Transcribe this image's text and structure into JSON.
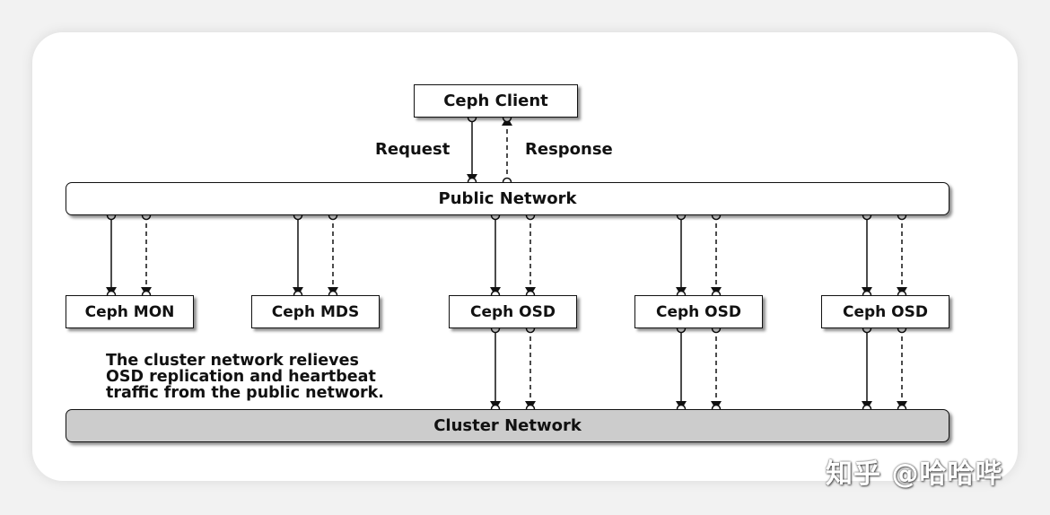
{
  "diagram": {
    "client": "Ceph Client",
    "request": "Request",
    "response": "Response",
    "public_network": "Public Network",
    "cluster_network": "Cluster Network",
    "nodes": [
      "Ceph MON",
      "Ceph MDS",
      "Ceph OSD",
      "Ceph OSD",
      "Ceph OSD"
    ],
    "note": [
      "The cluster network relieves",
      "OSD replication and heartbeat",
      "traffic from the public network."
    ]
  },
  "watermark": "知乎 @哈哈哔"
}
